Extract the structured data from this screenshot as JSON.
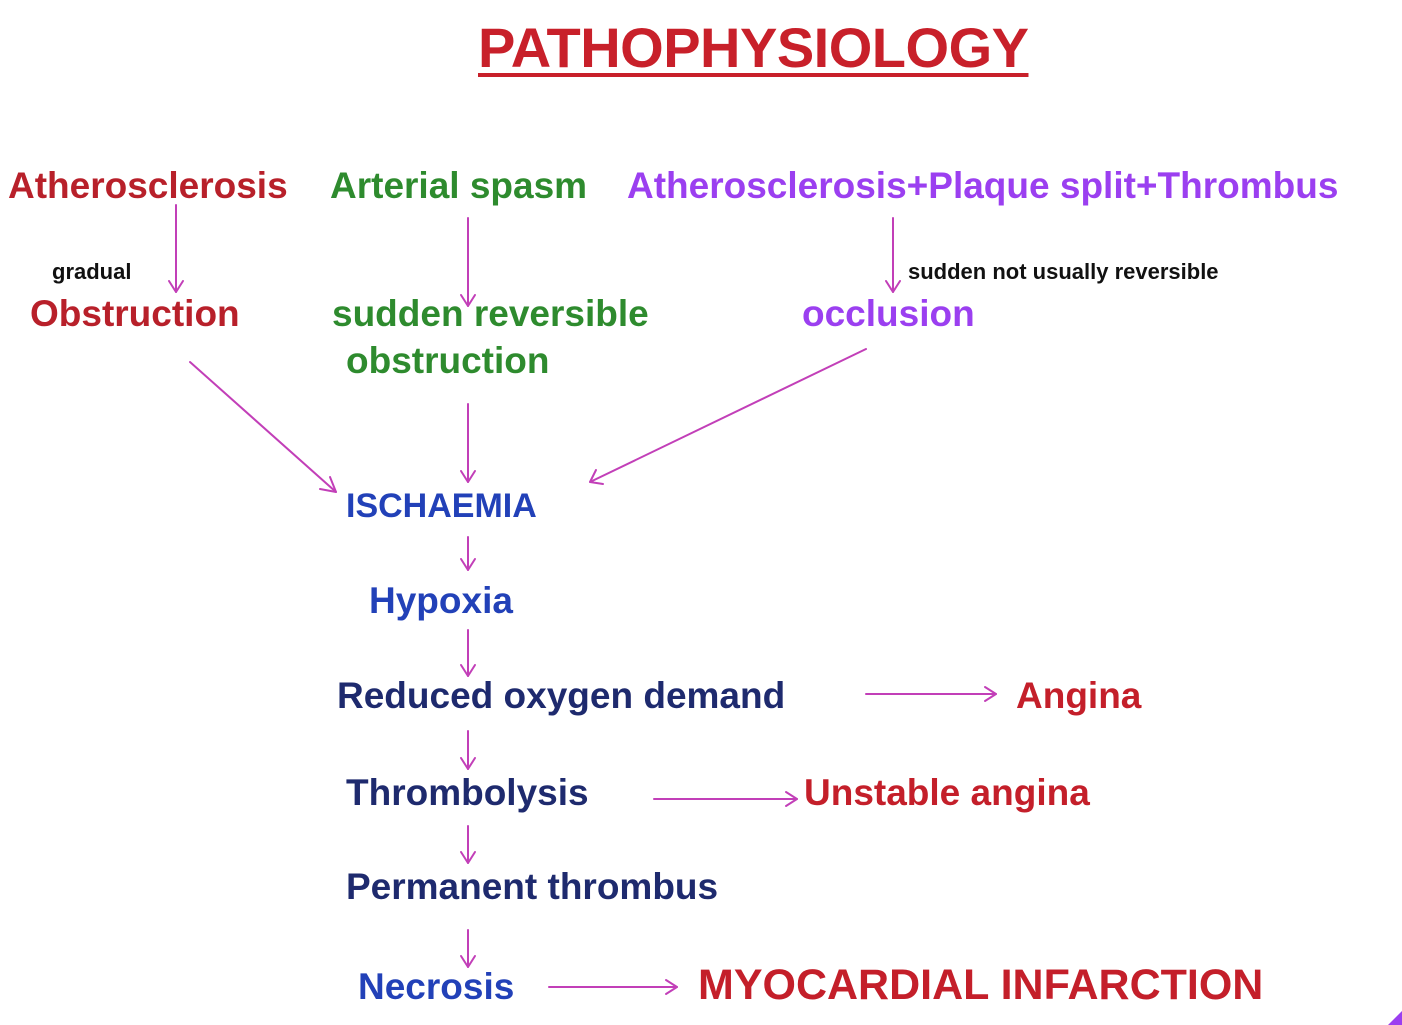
{
  "title": "PATHOPHYSIOLOGY",
  "causes": {
    "atherosclerosis": "Atherosclerosis",
    "arterial_spasm": "Arterial spasm",
    "plaque_split": "Atherosclerosis+Plaque split+Thrombus"
  },
  "notes": {
    "gradual": "gradual",
    "sudden_not_reversible": "sudden not usually reversible"
  },
  "effects": {
    "obstruction": "Obstruction",
    "sudden_reversible_line1": "sudden reversible",
    "sudden_reversible_line2": "obstruction",
    "occlusion": "occlusion"
  },
  "chain": {
    "ischaemia": "ISCHAEMIA",
    "hypoxia": "Hypoxia",
    "reduced_oxygen": "Reduced oxygen demand",
    "thrombolysis": "Thrombolysis",
    "permanent_thrombus": "Permanent thrombus",
    "necrosis": "Necrosis"
  },
  "outcomes": {
    "angina": "Angina",
    "unstable_angina": "Unstable angina",
    "mi": "MYOCARDIAL INFARCTION"
  },
  "colors": {
    "title": "#c8202a",
    "arrow": "#c23fb8",
    "red": "#b8202a",
    "green": "#2e8b2e",
    "purple": "#9b3ff0",
    "blue": "#2241b8",
    "navy": "#1e2a6e"
  }
}
